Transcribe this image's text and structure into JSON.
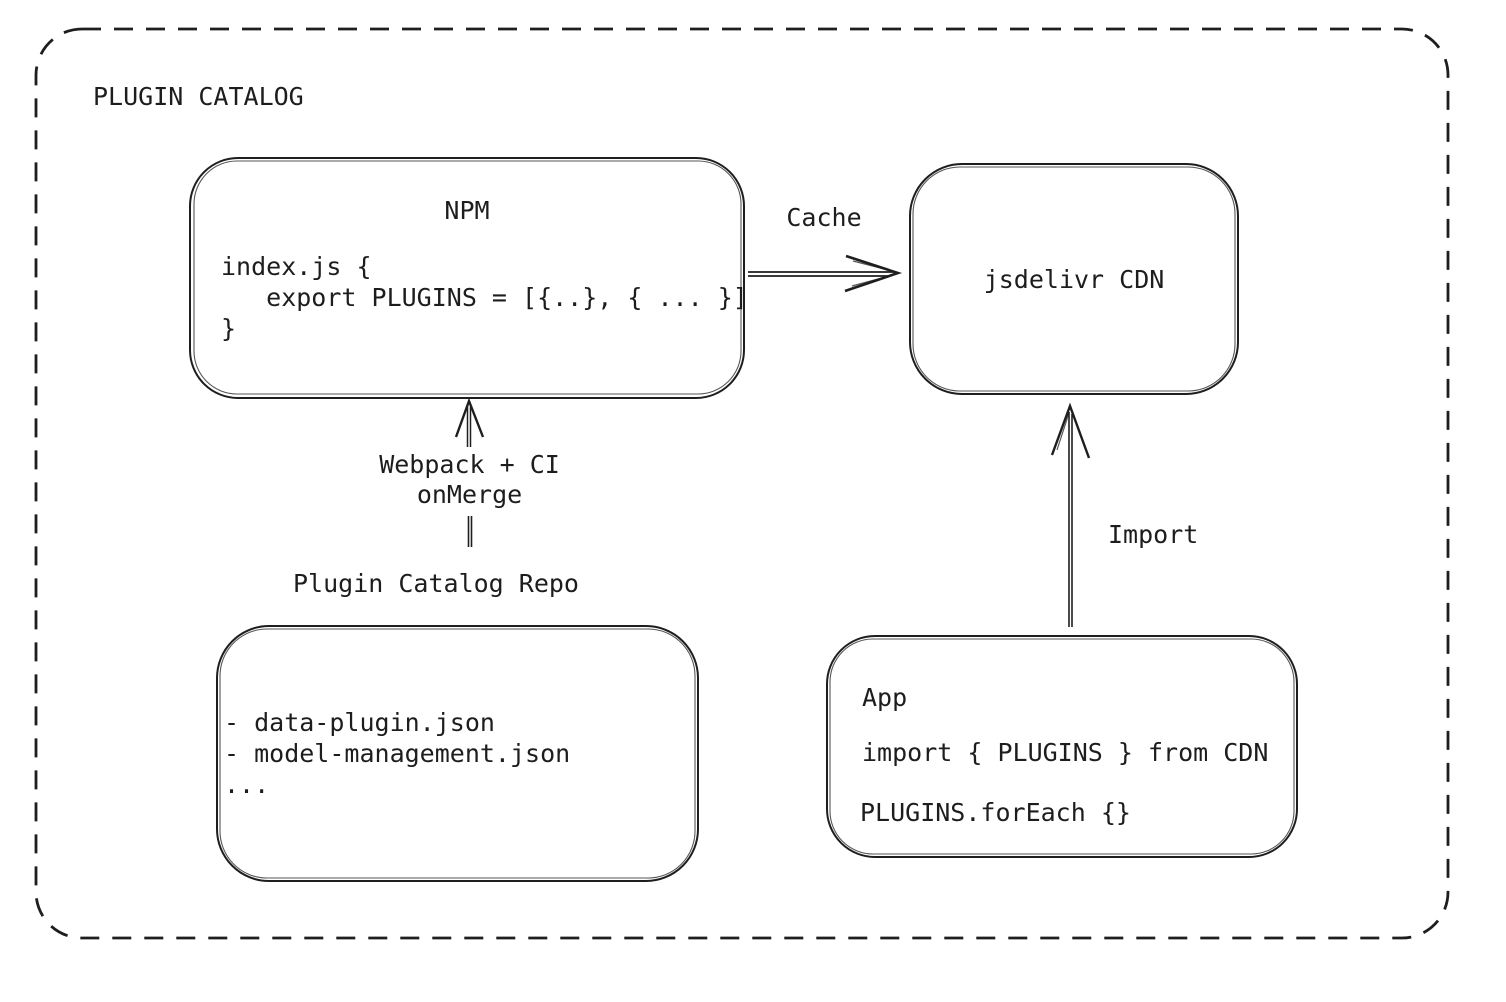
{
  "diagram": {
    "title": "PLUGIN CATALOG",
    "boxes": {
      "npm": {
        "title": "NPM",
        "code_lines": [
          "index.js {",
          "   export PLUGINS = [{..}, { ... }]",
          "}"
        ]
      },
      "cdn": {
        "label": "jsdelivr CDN"
      },
      "repo": {
        "label": "Plugin Catalog Repo",
        "files": [
          "- data-plugin.json",
          "- model-management.json",
          "..."
        ]
      },
      "app": {
        "title": "App",
        "code_lines": [
          "import { PLUGINS } from CDN",
          "PLUGINS.forEach {}"
        ]
      }
    },
    "arrows": {
      "cache": {
        "label": "Cache",
        "from": "NPM",
        "to": "jsdelivr CDN"
      },
      "webpack": {
        "label_lines": [
          "Webpack + CI",
          "onMerge"
        ],
        "from": "Plugin Catalog Repo",
        "to": "NPM"
      },
      "import": {
        "label": "Import",
        "from": "App",
        "to": "jsdelivr CDN"
      }
    },
    "colors": {
      "stroke": "#1e1e1e",
      "text": "#1d1d1d",
      "background": "#ffffff"
    }
  }
}
